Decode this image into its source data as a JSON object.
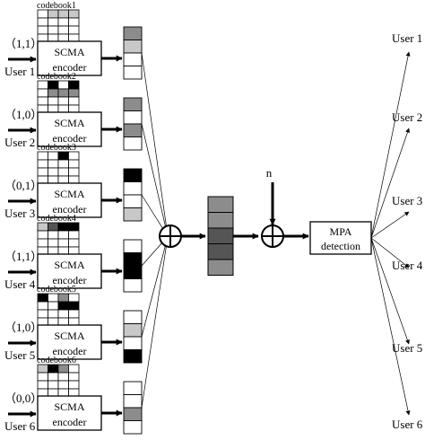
{
  "colors": {
    "white": "#ffffff",
    "light": "#c8c8c8",
    "mid": "#8c8c8c",
    "dark": "#555555",
    "black": "#000000"
  },
  "encoder_label": [
    "SCMA",
    "encoder"
  ],
  "noise_label": "n",
  "mpa_label": [
    "MPA",
    "detection"
  ],
  "users": [
    {
      "input": "（1,1）",
      "label": "User 1",
      "codebook": "codebook1",
      "grid": [
        [
          "w",
          "l",
          "l",
          "l"
        ],
        [
          "w",
          "w",
          "w",
          "w"
        ],
        [
          "w",
          "w",
          "w",
          "w"
        ],
        [
          "w",
          "w",
          "w",
          "w"
        ]
      ],
      "codeword": [
        "m",
        "l",
        "w",
        "w"
      ]
    },
    {
      "input": "（1,0）",
      "label": "User 2",
      "codebook": "codebook2",
      "grid": [
        [
          "w",
          "b",
          "w",
          "b"
        ],
        [
          "w",
          "m",
          "m",
          "m"
        ],
        [
          "w",
          "w",
          "w",
          "w"
        ],
        [
          "w",
          "w",
          "w",
          "w"
        ]
      ],
      "codeword": [
        "m",
        "w",
        "m",
        "w"
      ]
    },
    {
      "input": "（0,1）",
      "label": "User 3",
      "codebook": "codebook3",
      "grid": [
        [
          "w",
          "w",
          "b",
          "w"
        ],
        [
          "w",
          "w",
          "w",
          "w"
        ],
        [
          "w",
          "w",
          "w",
          "w"
        ],
        [
          "w",
          "w",
          "w",
          "w"
        ]
      ],
      "codeword": [
        "b",
        "w",
        "w",
        "l"
      ]
    },
    {
      "input": "（1,1）",
      "label": "User 4",
      "codebook": "codebook4",
      "grid": [
        [
          "l",
          "d",
          "b",
          "b"
        ],
        [
          "w",
          "w",
          "w",
          "w"
        ],
        [
          "w",
          "w",
          "w",
          "w"
        ],
        [
          "w",
          "w",
          "w",
          "w"
        ]
      ],
      "codeword": [
        "w",
        "b",
        "b",
        "w"
      ]
    },
    {
      "input": "（1,0）",
      "label": "User 5",
      "codebook": "codebook5",
      "grid": [
        [
          "b",
          "w",
          "m",
          "w"
        ],
        [
          "w",
          "w",
          "b",
          "b"
        ],
        [
          "w",
          "w",
          "w",
          "w"
        ],
        [
          "w",
          "w",
          "w",
          "w"
        ]
      ],
      "codeword": [
        "w",
        "l",
        "w",
        "b"
      ]
    },
    {
      "input": "（0,0）",
      "label": "User 6",
      "codebook": "codebook6",
      "grid": [
        [
          "l",
          "b",
          "m",
          "w"
        ],
        [
          "w",
          "w",
          "w",
          "w"
        ],
        [
          "w",
          "w",
          "w",
          "w"
        ],
        [
          "w",
          "w",
          "w",
          "w"
        ]
      ],
      "codeword": [
        "w",
        "w",
        "m",
        "w"
      ]
    }
  ],
  "combined": [
    "m",
    "m",
    "d",
    "d",
    "m"
  ],
  "outputs": [
    "User 1",
    "User 2",
    "User 3",
    "User 4",
    "User 5",
    "User 6"
  ]
}
